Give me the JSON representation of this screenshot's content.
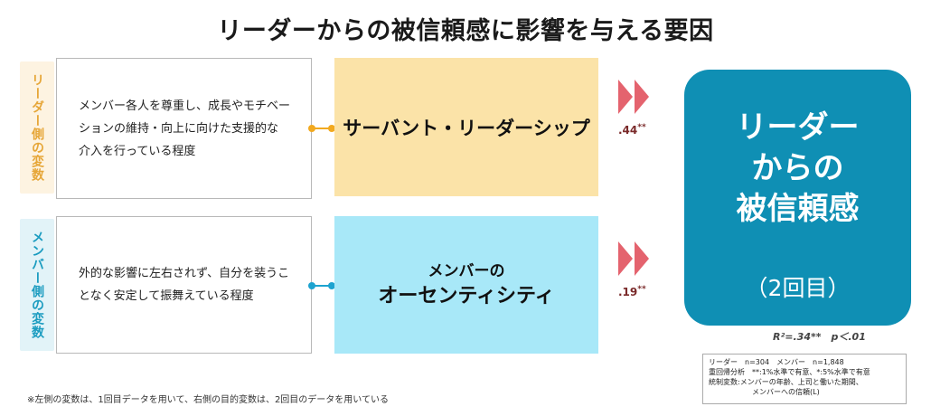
{
  "title": "リーダーからの被信頼感に影響を与える要因",
  "left": {
    "leader_tab": "リーダー側の変数",
    "member_tab": "メンバー側の変数"
  },
  "descriptions": {
    "leader": [
      "メンバー各人を尊重し、成長やモチベー",
      "ションの維持・向上に向けた支援的な",
      "介入を行っている程度"
    ],
    "member": [
      "外的な影響に左右されず、自分を装うこ",
      "となく安定して振舞えている程度"
    ]
  },
  "variables": {
    "leader": "サーバント・リーダーシップ",
    "member_line1": "メンバーの",
    "member_line2": "オーセンティシティ"
  },
  "paths": {
    "leader_coef": ".44",
    "member_coef": ".19",
    "sig_mark": "**"
  },
  "result": {
    "line1": "リーダー",
    "line2": "からの",
    "line3": "被信頼感",
    "round": "（2回目）"
  },
  "stats": "R²=.34**　p＜.01",
  "notes": [
    "リーダー　n=304　メンバー　n=1,848",
    "重回帰分析　**:1%水準で有意、*:5%水準で有意",
    "統制変数:メンバーの年齢、上司と働いた期間、",
    "メンバーへの信頼(L)"
  ],
  "footnote": "※左側の変数は、1回目データを用いて、右側の目的変数は、2回目のデータを用いている",
  "colors": {
    "leader_accent": "#f2a91f",
    "member_accent": "#1da3d0",
    "arrow": "#e4636e",
    "result_bg": "#0f8fb4"
  }
}
